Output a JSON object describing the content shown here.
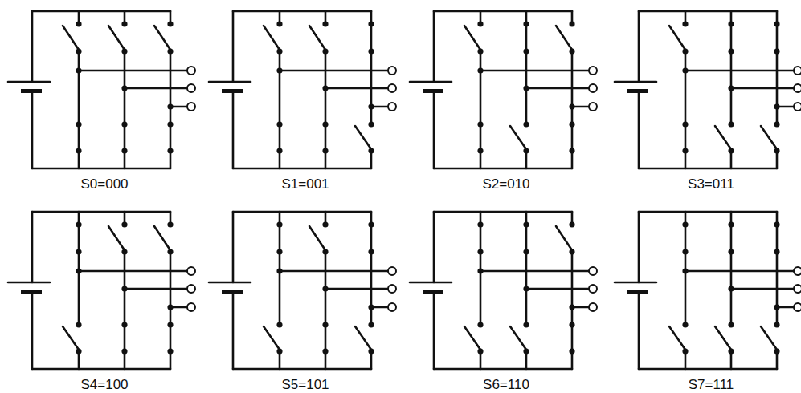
{
  "diagram": {
    "labels": [
      "S0=000",
      "S1=001",
      "S2=010",
      "S3=011",
      "S4=100",
      "S5=101",
      "S6=110",
      "S7=111"
    ]
  }
}
